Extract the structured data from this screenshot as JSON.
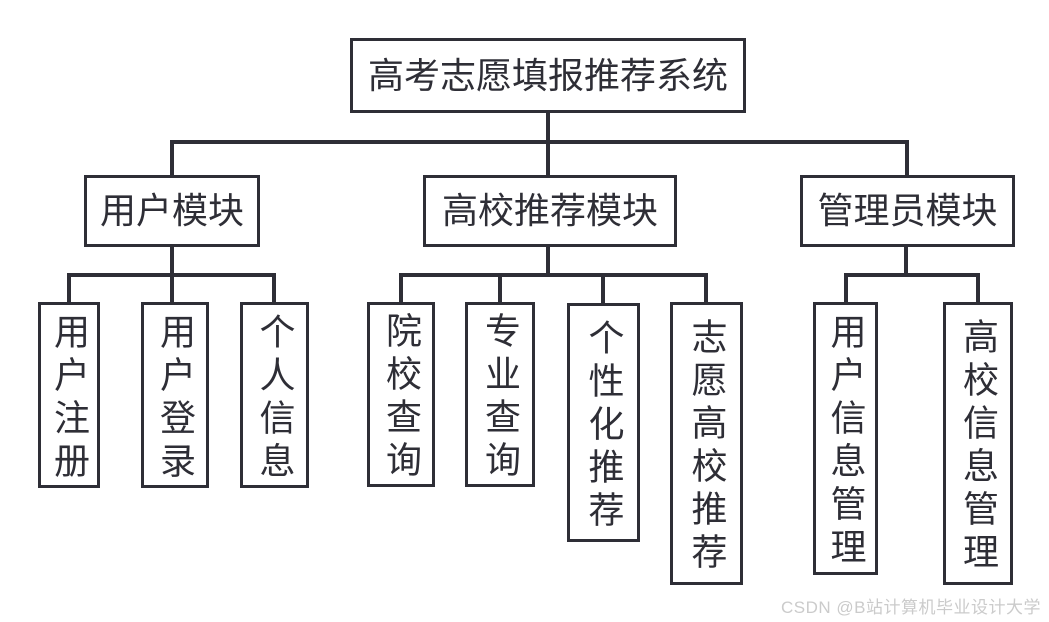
{
  "diagram": {
    "title": "高考志愿填报推荐系统",
    "modules": [
      {
        "label": "用户模块",
        "children": [
          "用户注册",
          "用户登录",
          "个人信息"
        ]
      },
      {
        "label": "高校推荐模块",
        "children": [
          "院校查询",
          "专业查询",
          "个性化推荐",
          "志愿高校推荐"
        ]
      },
      {
        "label": "管理员模块",
        "children": [
          "用户信息管理",
          "高校信息管理"
        ]
      }
    ]
  },
  "watermark": "CSDN @B站计算机毕业设计大学",
  "colors": {
    "line": "#2e2e36",
    "background": "#ffffff",
    "watermark_text": "#cbcbcb"
  }
}
